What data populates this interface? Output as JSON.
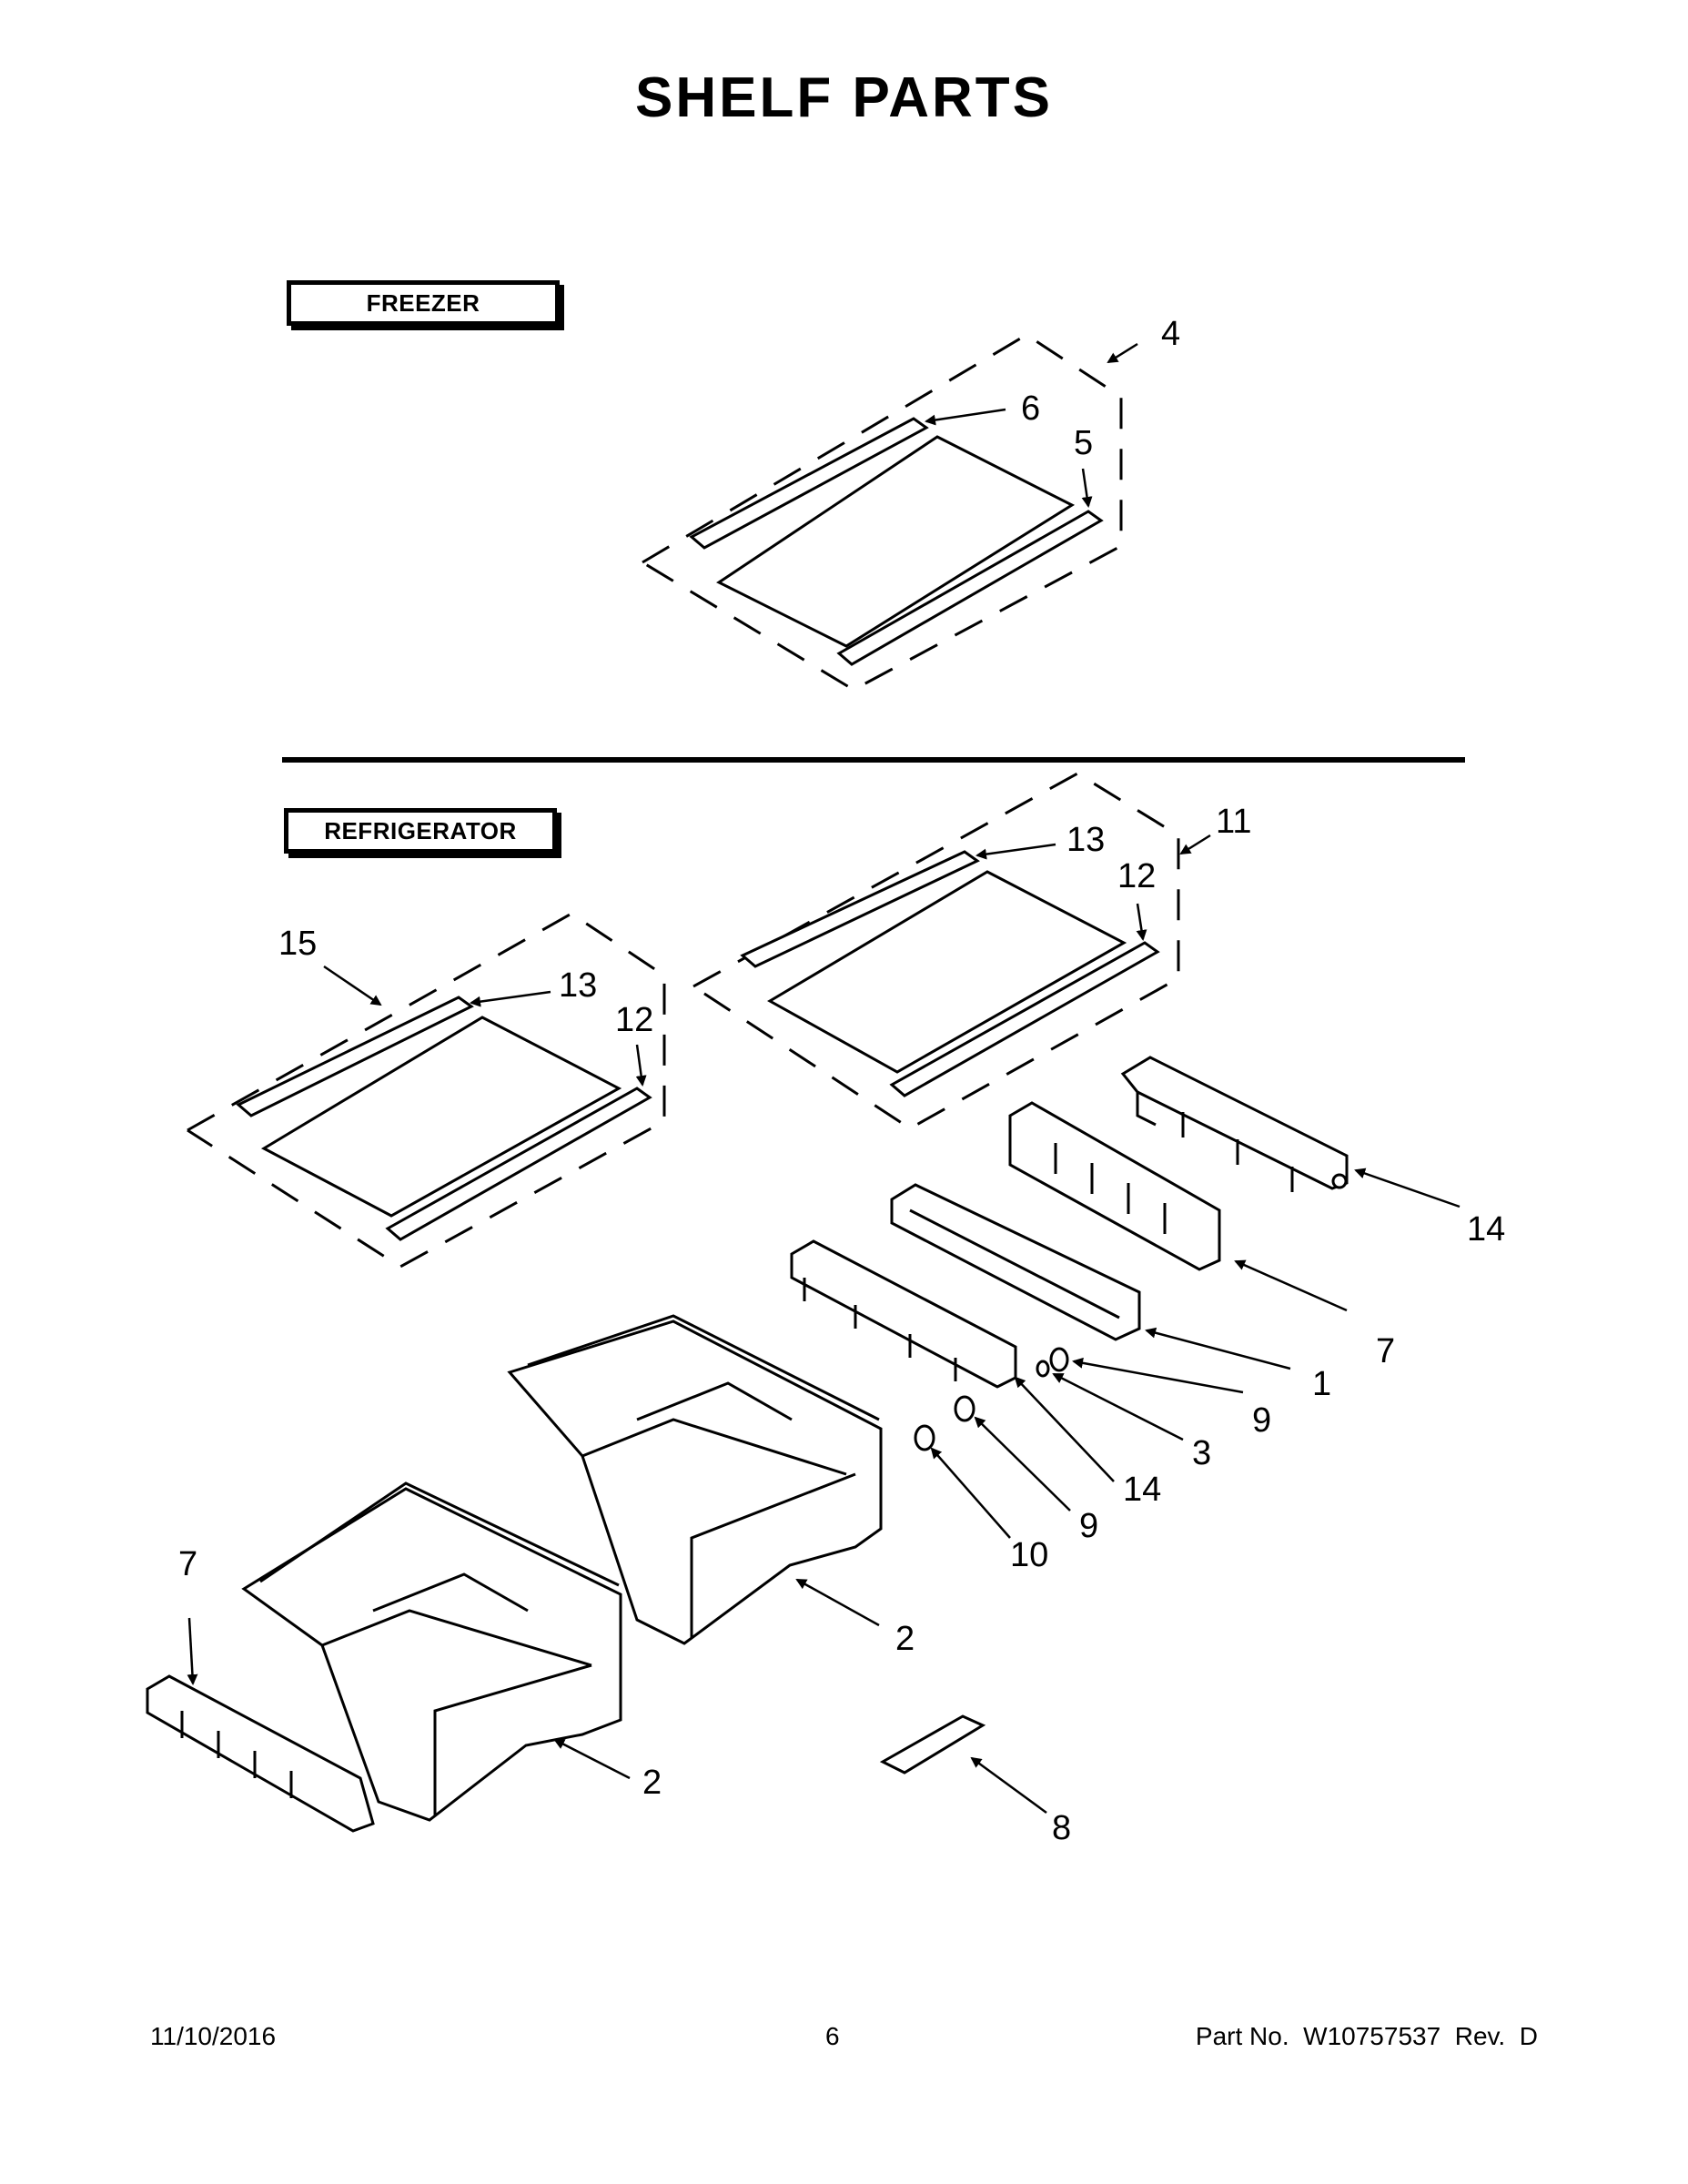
{
  "title": "SHELF PARTS",
  "sections": {
    "freezer": "FREEZER",
    "refrigerator": "REFRIGERATOR"
  },
  "callouts": {
    "c4": "4",
    "c6": "6",
    "c5": "5",
    "c11": "11",
    "c13a": "13",
    "c12a": "12",
    "c15": "15",
    "c13b": "13",
    "c12b": "12",
    "c14a": "14",
    "c7a": "7",
    "c1": "1",
    "c9a": "9",
    "c3": "3",
    "c14b": "14",
    "c9b": "9",
    "c10": "10",
    "c2a": "2",
    "c7b": "7",
    "c2b": "2",
    "c8": "8"
  },
  "footer": {
    "date": "11/10/2016",
    "page": "6",
    "part": "Part No.  W10757537  Rev.  D"
  }
}
